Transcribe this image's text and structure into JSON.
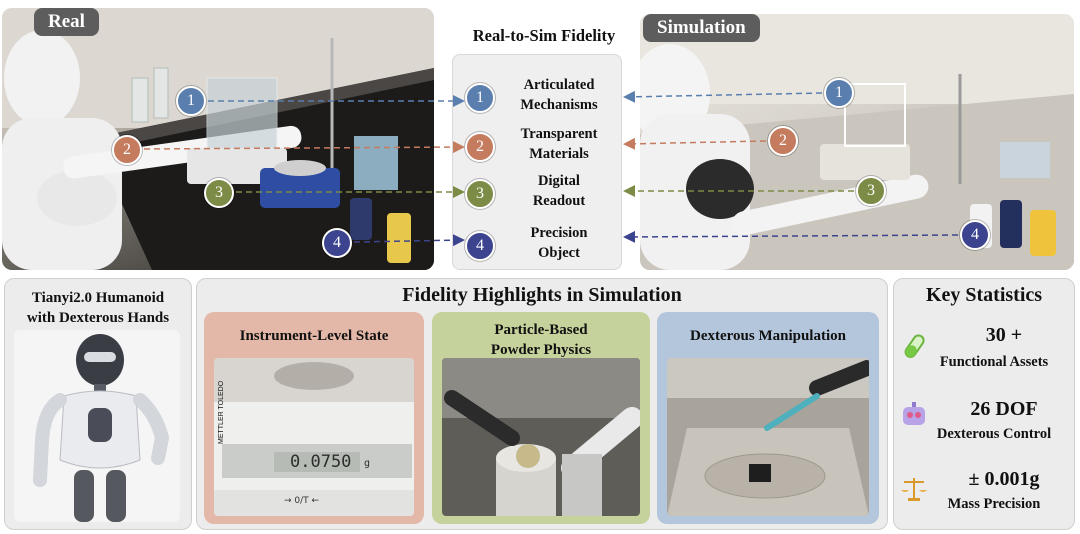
{
  "top": {
    "real_label": "Real",
    "sim_label": "Simulation",
    "fidelity_title": "Real-to-Sim Fidelity",
    "items": [
      {
        "num": "1",
        "line1": "Articulated",
        "line2": "Mechanisms",
        "color": "#5a7fae"
      },
      {
        "num": "2",
        "line1": "Transparent",
        "line2": "Materials",
        "color": "#c47b5e"
      },
      {
        "num": "3",
        "line1": "Digital",
        "line2": "Readout",
        "color": "#7c8b45"
      },
      {
        "num": "4",
        "line1": "Precision",
        "line2": "Object",
        "color": "#3d448f"
      }
    ]
  },
  "robot": {
    "title_line1": "Tianyi2.0 Humanoid",
    "title_line2": "with Dexterous Hands"
  },
  "highlights": {
    "title": "Fidelity Highlights in Simulation",
    "cards": [
      {
        "title_line1": "Instrument-Level State",
        "title_line2": "",
        "color": "#e4b8a8"
      },
      {
        "title_line1": "Particle-Based",
        "title_line2": "Powder Physics",
        "color": "#c5d29c"
      },
      {
        "title_line1": "Dexterous Manipulation",
        "title_line2": "",
        "color": "#b3c6dc"
      }
    ],
    "balance_brand": "METTLER TOLEDO",
    "balance_reading": "0.0750",
    "balance_unit": "g",
    "balance_keys": "→ 0/T ←"
  },
  "stats": {
    "title": "Key Statistics",
    "items": [
      {
        "value": "30 +",
        "label": "Functional Assets",
        "icon": "test-tube-icon"
      },
      {
        "value": "26 DOF",
        "label": "Dexterous Control",
        "icon": "robot-face-icon"
      },
      {
        "value": "± 0.001g",
        "label": "Mass Precision",
        "icon": "scale-icon"
      }
    ]
  }
}
